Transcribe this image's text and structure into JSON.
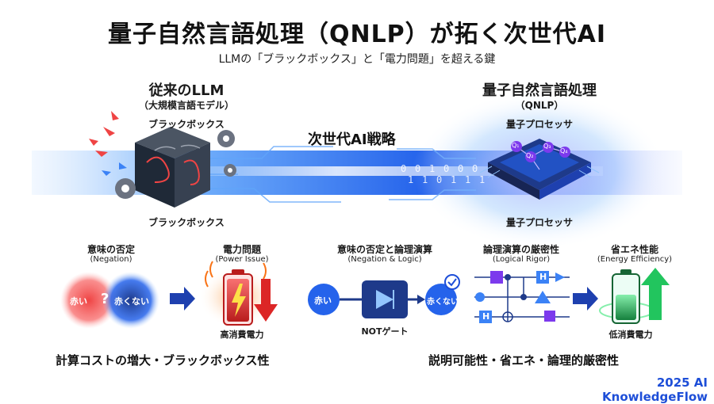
{
  "title": "量子自然言語処理（QNLP）が拓く次世代AI",
  "subtitle": "LLMの「ブラックボックス」と「電力問題」を超える鍵",
  "left": {
    "heading": "従来のLLM",
    "subheading": "（大規模言語モデル）",
    "top_label": "ブラックボックス",
    "bottom_label": "ブラックボックス"
  },
  "center": {
    "label": "次世代AI戦略"
  },
  "right": {
    "heading": "量子自然言語処理",
    "subheading": "（QNLP）",
    "top_label": "量子プロセッサ",
    "bottom_label": "量子プロセッサ",
    "qubits": [
      "Q₁",
      "Q₂",
      "Q₃",
      "Q₄"
    ]
  },
  "stream_bits": [
    "0",
    "1",
    "0",
    "1",
    "1",
    "0",
    "0",
    "1",
    "0",
    "1",
    "0",
    "1"
  ],
  "panels": {
    "negation": {
      "title": "意味の否定",
      "subtitle": "(Negation)",
      "left_word": "赤い",
      "question": "?",
      "right_word": "赤くない"
    },
    "power": {
      "title": "電力問題",
      "subtitle": "(Power Issue)",
      "caption": "高消費電力"
    },
    "logic": {
      "title": "意味の否定と論理演算",
      "subtitle": "(Negation & Logic)",
      "input": "赤い",
      "output": "赤くない",
      "gate": "NOTゲート"
    },
    "rigor": {
      "title": "論理演算の厳密性",
      "subtitle": "(Logical Rigor)",
      "gate_h": "H"
    },
    "efficiency": {
      "title": "省エネ性能",
      "subtitle": "(Energy Efficiency)",
      "caption": "低消費電力"
    }
  },
  "bottom": {
    "left": "計算コストの増大・ブラックボックス性",
    "right": "説明可能性・省エネ・論理的厳密性",
    "brand": "2025 AI KnowledgeFlow"
  },
  "colors": {
    "beam": "#3b82f6",
    "red": "#e23b3b",
    "blue": "#2563eb",
    "green": "#22c55e"
  }
}
